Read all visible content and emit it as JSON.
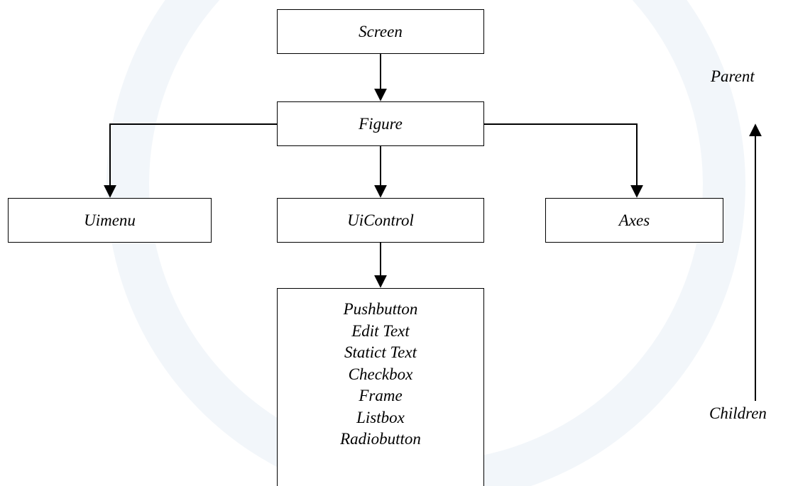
{
  "nodes": {
    "screen": "Screen",
    "figure": "Figure",
    "uimenu": "Uimenu",
    "uicontrol": "UiControl",
    "axes": "Axes"
  },
  "uicontrol_children": [
    "Pushbutton",
    "Edit Text",
    "Statict Text",
    "Checkbox",
    "Frame",
    "Listbox",
    "Radiobutton"
  ],
  "side_labels": {
    "parent": "Parent",
    "children": "Children"
  },
  "colors": {
    "line": "#000000",
    "background": "#ffffff",
    "watermark": "#e8eef5"
  }
}
